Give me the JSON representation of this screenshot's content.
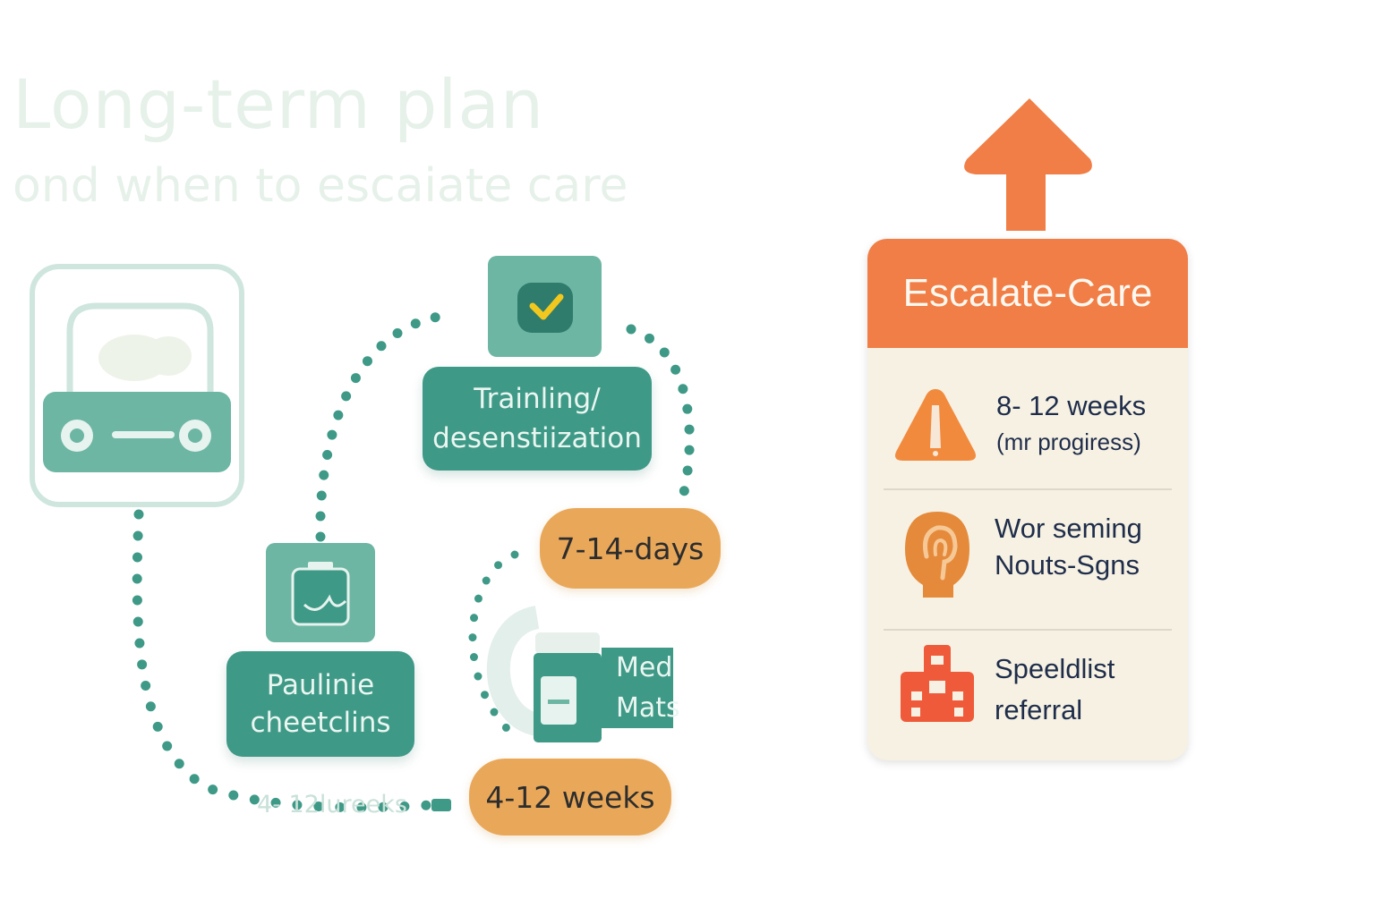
{
  "title": "Long-term plan",
  "subtitle": "ond when to escaiate care",
  "flow": {
    "training_label": "Trainling/ desenstiization",
    "pauline_label": "Paulinie cheetclins",
    "duration_1": "7-14-days",
    "duration_2": "4-12 weeks",
    "faint_label": "4- 12lureeks",
    "med_label": "Med Mats"
  },
  "escalate": {
    "header": "Escalate-Care",
    "rows": [
      {
        "icon": "warning-triangle-icon",
        "line1": "8- 12  weeks",
        "line2": "(mr progiress)"
      },
      {
        "icon": "head-ear-icon",
        "line1": "Wor seming",
        "line2": "Nouts-Sgns"
      },
      {
        "icon": "building-icon",
        "line1": "Speeldlist",
        "line2": "referral"
      }
    ],
    "colors": {
      "accent": "#f07e46",
      "teal": "#3f9987",
      "pill": "#e9a859"
    }
  }
}
